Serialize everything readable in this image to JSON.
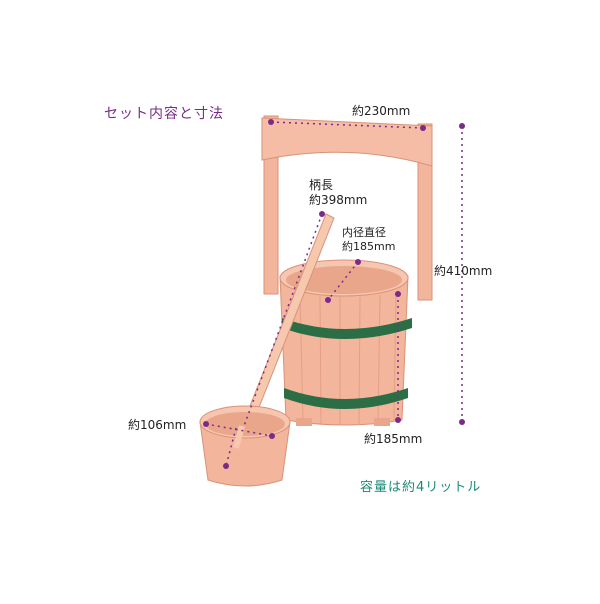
{
  "title": "セット内容と寸法",
  "capacity": "容量は約4リットル",
  "dimensions": {
    "handle_width": "約230mm",
    "handle_length_label": "柄長",
    "handle_length": "約398mm",
    "inner_diameter_label": "内径直径",
    "inner_diameter": "約185mm",
    "height": "約410mm",
    "bucket_depth": "約185mm",
    "ladle_diameter": "約106mm"
  },
  "colors": {
    "wood": "#f3b59c",
    "wood_dark": "#d99278",
    "hoop": "#2b6e46",
    "measure": "#7b2a8a",
    "accent": "#1a8a78"
  }
}
